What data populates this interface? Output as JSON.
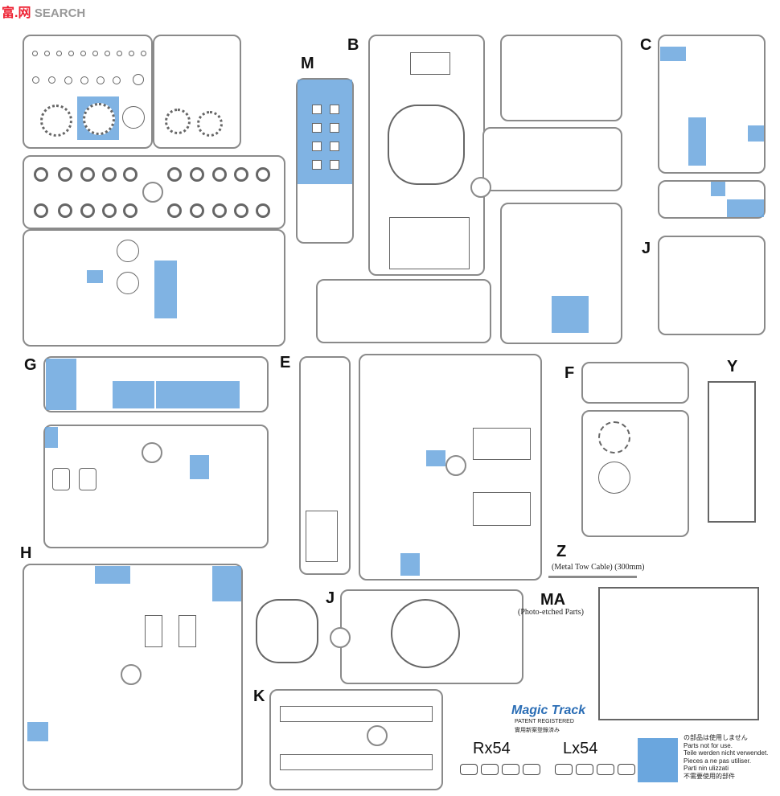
{
  "watermark": {
    "brand": "富.网",
    "site": "SEARCH"
  },
  "sprues": [
    {
      "letter": "B"
    },
    {
      "letter": "C"
    },
    {
      "letter": "M"
    },
    {
      "letter": "J"
    },
    {
      "letter": "G"
    },
    {
      "letter": "E"
    },
    {
      "letter": "F"
    },
    {
      "letter": "Y"
    },
    {
      "letter": "H"
    },
    {
      "letter": "J"
    },
    {
      "letter": "K"
    },
    {
      "letter": "Z"
    },
    {
      "letter": "MA"
    }
  ],
  "labels": {
    "z_caption": "(Metal Tow Cable) (300mm)",
    "ma_caption": "(Photo-etched Parts)",
    "magic_track": "Magic Track",
    "patent": "PATENT REGISTERED",
    "patent_cn": "實用新案登錄済み",
    "rx": "Rx54",
    "lx": "Lx54"
  },
  "legend": [
    "の部品は使用しません",
    "Parts not for use.",
    "Teile werden nicht verwendet.",
    "Pieces a ne pas utiliser.",
    "Parti nin ulizzati",
    "不需要使用的部件"
  ],
  "colors": {
    "highlight": "#6aa6de",
    "frame": "#8a8a8a",
    "watermark": "#e23333"
  }
}
